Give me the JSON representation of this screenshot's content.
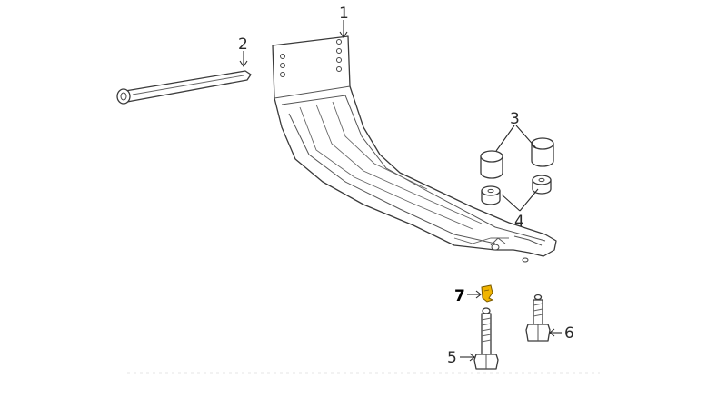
{
  "diagram": {
    "callouts": [
      {
        "id": "1",
        "text": "1",
        "part": "crossmember"
      },
      {
        "id": "2",
        "text": "2",
        "part": "rod"
      },
      {
        "id": "3",
        "text": "3",
        "part": "upper-bushings"
      },
      {
        "id": "4",
        "text": "4",
        "part": "lower-bushings"
      },
      {
        "id": "5",
        "text": "5",
        "part": "long-bolt"
      },
      {
        "id": "6",
        "text": "6",
        "part": "short-bolt"
      },
      {
        "id": "7",
        "text": "7",
        "part": "clip",
        "highlight_color": "#f0b400"
      }
    ],
    "line_color": "#3a3a3a",
    "highlight_color": "#f0b400"
  }
}
